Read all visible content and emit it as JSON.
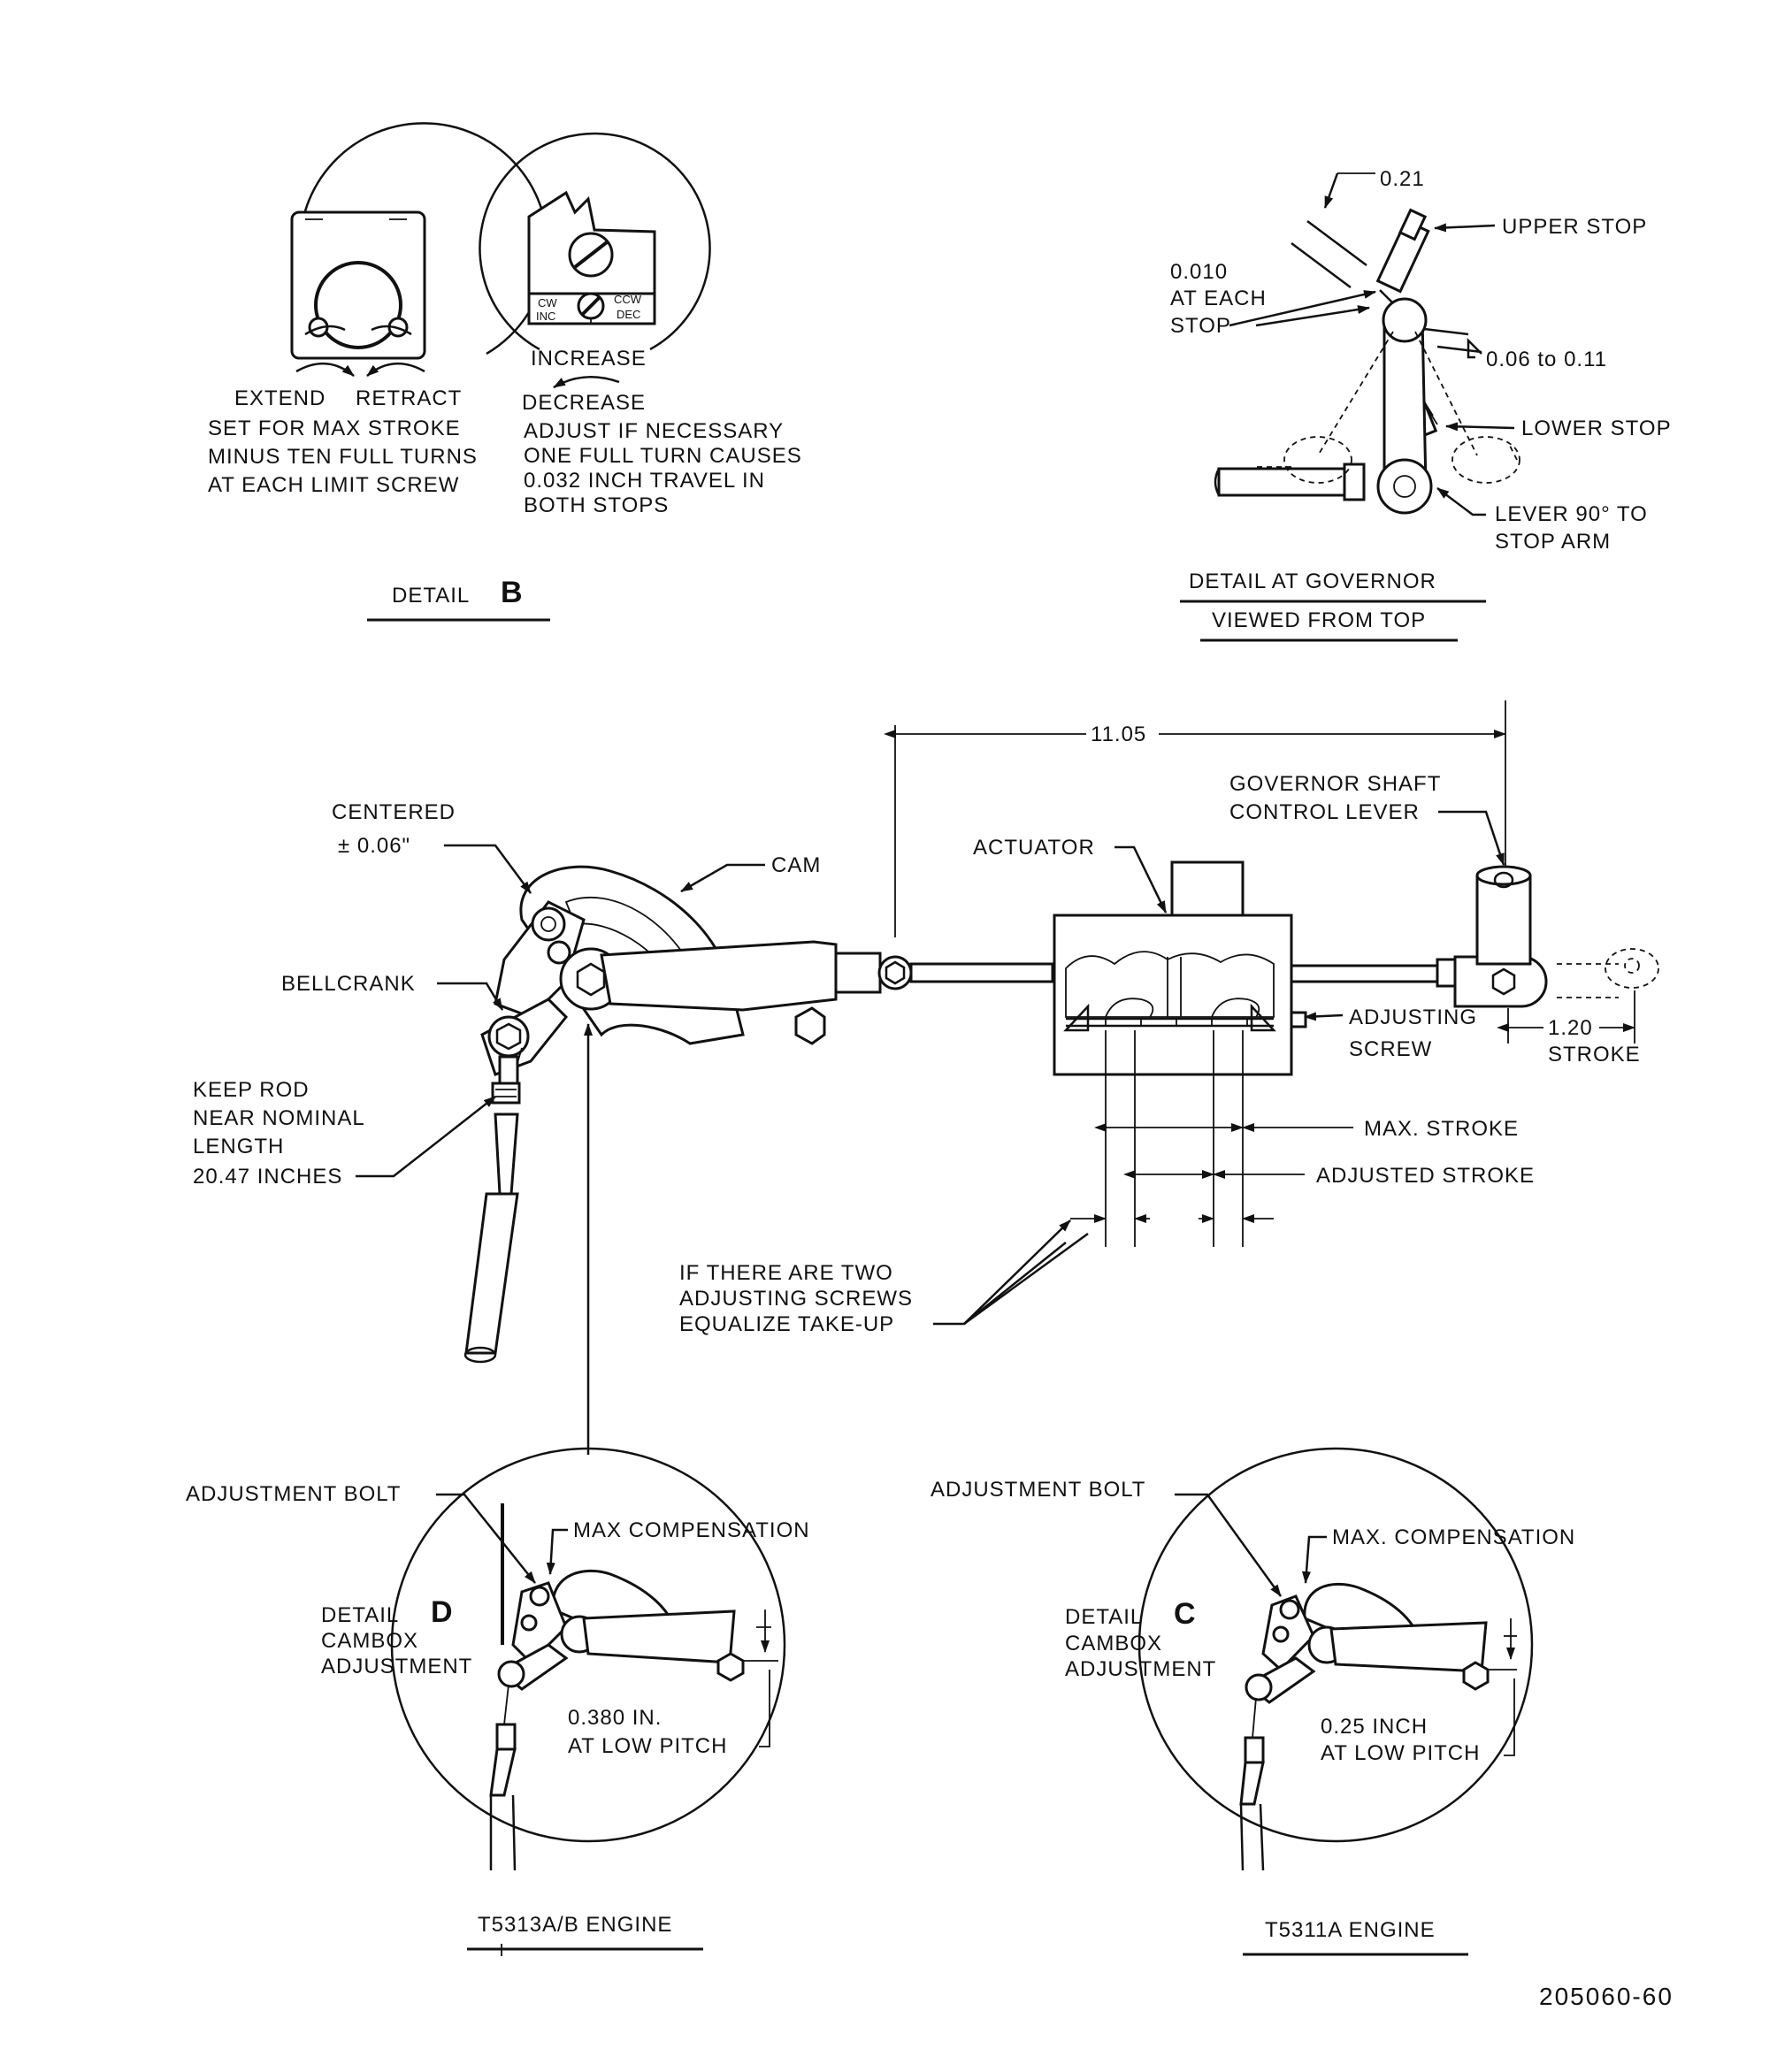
{
  "detail_b": {
    "extend": "EXTEND",
    "retract": "RETRACT",
    "note_left_1": "SET FOR MAX STROKE",
    "note_left_2": "MINUS TEN FULL TURNS",
    "note_left_3": "AT EACH LIMIT SCREW",
    "cw": "CW",
    "inc": "INC",
    "ccw": "CCW",
    "dec": "DEC",
    "increase": "INCREASE",
    "decrease": "DECREASE",
    "note_right_1": "ADJUST IF NECESSARY",
    "note_right_2": "ONE FULL TURN CAUSES",
    "note_right_3": "0.032 INCH TRAVEL IN",
    "note_right_4": "BOTH STOPS",
    "title_word": "DETAIL",
    "title_letter": "B"
  },
  "detail_governor": {
    "dim_top": "0.21",
    "upper_stop": "UPPER STOP",
    "gap_1": "0.010",
    "gap_2": "AT EACH",
    "gap_3": "STOP",
    "dim_side": "0.06 to 0.11",
    "lower_stop": "LOWER STOP",
    "lever_1": "LEVER 90° TO",
    "lever_2": "STOP ARM",
    "title_1": "DETAIL AT GOVERNOR",
    "title_2": "VIEWED FROM TOP"
  },
  "main": {
    "dim_length": "11.05",
    "centered": "CENTERED",
    "tolerance": "± 0.06\"",
    "cam": "CAM",
    "actuator": "ACTUATOR",
    "gov_lever_1": "GOVERNOR SHAFT",
    "gov_lever_2": "CONTROL LEVER",
    "bellcrank": "BELLCRANK",
    "adj_screw_1": "ADJUSTING",
    "adj_screw_2": "SCREW",
    "stroke_dim": "1.20",
    "stroke": "STROKE",
    "max_stroke": "MAX. STROKE",
    "adjusted_stroke": "ADJUSTED STROKE",
    "keep_rod_1": "KEEP ROD",
    "keep_rod_2": "NEAR NOMINAL",
    "keep_rod_3": "LENGTH",
    "keep_rod_4": "20.47 INCHES",
    "two_screws_1": "IF THERE ARE TWO",
    "two_screws_2": "ADJUSTING SCREWS",
    "two_screws_3": "EQUALIZE TAKE-UP"
  },
  "detail_d": {
    "adj_bolt": "ADJUSTMENT BOLT",
    "max_comp": "MAX COMPENSATION",
    "title_word": "DETAIL",
    "title_letter": "D",
    "sub_1": "CAMBOX",
    "sub_2": "ADJUSTMENT",
    "dim_1": "0.380 IN.",
    "dim_2": "AT LOW PITCH",
    "engine": "T5313A/B ENGINE"
  },
  "detail_c": {
    "adj_bolt": "ADJUSTMENT BOLT",
    "max_comp": "MAX. COMPENSATION",
    "title_word": "DETAIL",
    "title_letter": "C",
    "sub_1": "CAMBOX",
    "sub_2": "ADJUSTMENT",
    "dim_1": "0.25 INCH",
    "dim_2": "AT LOW PITCH",
    "engine": "T5311A ENGINE"
  },
  "figure_number": "205060-60"
}
